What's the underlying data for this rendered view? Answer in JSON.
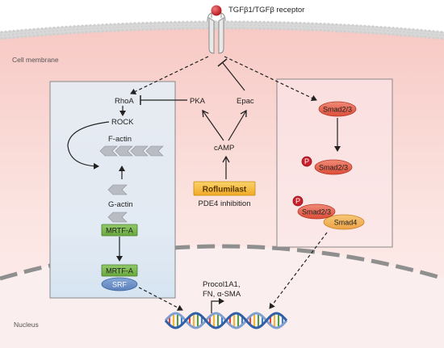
{
  "receptor": {
    "label": "TGFβ1/TGFβ receptor"
  },
  "regions": {
    "cell_membrane": "Cell membrane",
    "nucleus": "Nucleus"
  },
  "left_panel": {
    "rhoa": "RhoA",
    "rock": "ROCK",
    "f_actin": "F-actin",
    "g_actin": "G-actin",
    "mrtf_a_top": "MRTF-A",
    "mrtf_a_bottom": "MRTF-A",
    "srf": "SRF"
  },
  "middle": {
    "pka": "PKA",
    "epac": "Epac",
    "camp": "cAMP",
    "drug": "Roflumilast",
    "drug_caption": "PDE4 inhibition"
  },
  "right_panel": {
    "smad23_top": "Smad2/3",
    "smad23_mid": "Smad2/3",
    "smad23_bottom": "Smad2/3",
    "smad4": "Smad4",
    "phospho": "P"
  },
  "gene_targets": {
    "line1": "Procol1A1,",
    "line2": "FN, α-SMA"
  },
  "colors": {
    "cell_bg": "#fbe9e7",
    "nucleus_bg": "#fdf2f1",
    "left_panel_fill": "#e6ecf3",
    "right_panel_fill": "#fbe2e3",
    "green_box": "#7dbb4f",
    "srf_blue": "#6d93c9",
    "smad_red": "#e3614d",
    "smad4_orange": "#f2b35a",
    "drug_yellow": "#f4b83a",
    "actin_gray": "#b9bcc3"
  }
}
